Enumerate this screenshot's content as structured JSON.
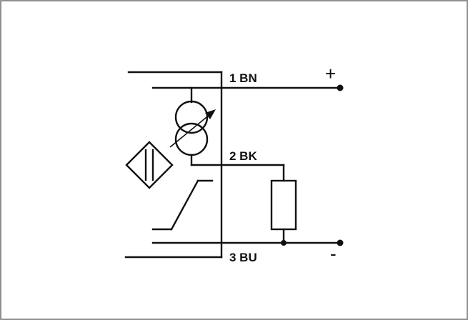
{
  "diagram": {
    "terminals": [
      {
        "label": "1 BN",
        "polarity": "+"
      },
      {
        "label": "2 BK"
      },
      {
        "label": "3 BU",
        "polarity": "-"
      }
    ],
    "colors": {
      "line": "#111111",
      "frame": "#6a6a6a",
      "background": "#ffffff"
    },
    "icons": [
      "inductive-target-icon",
      "current-source-icon",
      "switch-contact-icon",
      "resistor-icon"
    ]
  }
}
